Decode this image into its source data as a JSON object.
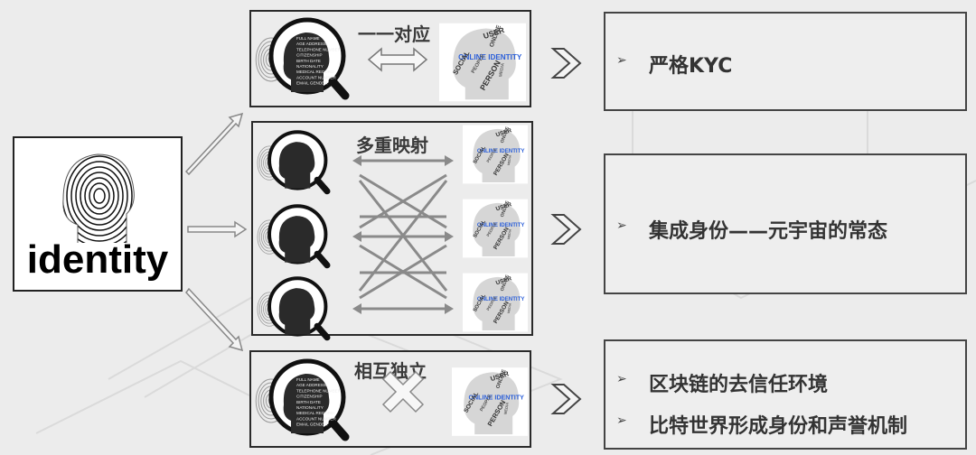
{
  "subject": {
    "word": "identity"
  },
  "rows": [
    {
      "label": "一一对应",
      "count": 1,
      "connector": "double-arrow"
    },
    {
      "label": "多重映射",
      "count": 3,
      "connector": "crossed-arrows"
    },
    {
      "label": "相互独立",
      "count": 1,
      "connector": "cross-mark"
    }
  ],
  "results": [
    {
      "items": [
        "严格KYC"
      ]
    },
    {
      "items": [
        "集成身份——元宇宙的常态"
      ]
    },
    {
      "items": [
        "区块链的去信任环境",
        "比特世界形成身份和声誉机制"
      ]
    }
  ],
  "profile_card": {
    "lines": [
      "FULL NAME",
      "AGE ADDRESS",
      "TELEPHONE NUMBER",
      "CITIZENSHIP",
      "BIRTH DATE",
      "NATIONALITY",
      "MEDICAL RECORD",
      "ACCOUNT NUMBER",
      "EMAIL GENDER"
    ]
  },
  "word_cloud": {
    "words": [
      "USER",
      "ONLINE",
      "ONLINE IDENTITY",
      "SOCIAL",
      "PEOPLE",
      "PERSON",
      "MEDIA"
    ]
  },
  "colors": {
    "accent_blue": "#2b5fd9",
    "frame": "#2a2a2a",
    "text": "#333333"
  }
}
